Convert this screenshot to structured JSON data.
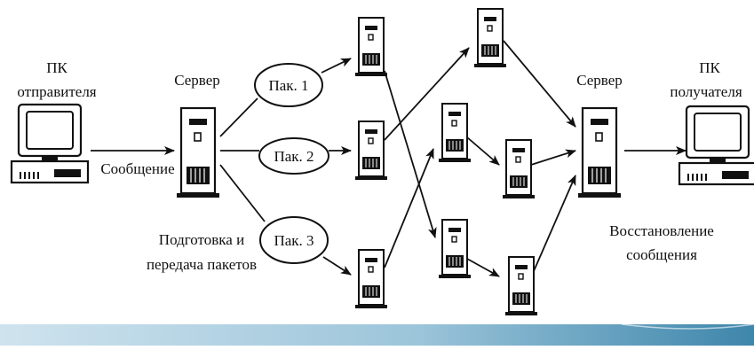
{
  "labels": {
    "sender_pc": "ПК",
    "sender_pc_2": "отправителя",
    "server_left": "Сервер",
    "server_right": "Сервер",
    "receiver_pc": "ПК",
    "receiver_pc_2": "получателя",
    "message": "Сообщение",
    "prep_line1": "Подготовка и",
    "prep_line2": "передача пакетов",
    "restore_line1": "Восстановление",
    "restore_line2": "сообщения"
  },
  "packets": [
    "Пак. 1",
    "Пак. 2",
    "Пак. 3"
  ],
  "colors": {
    "ink": "#111111",
    "banner_light": "#cfe3ee",
    "banner_dark": "#3e86ab"
  }
}
